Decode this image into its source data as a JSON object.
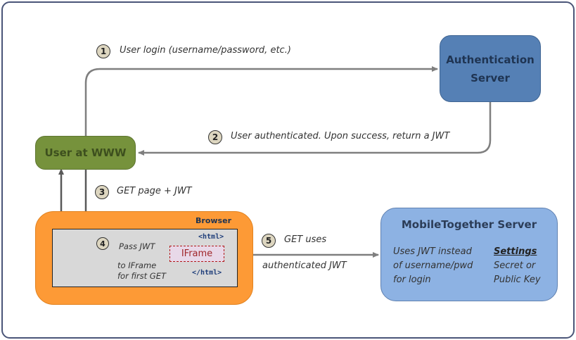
{
  "nodes": {
    "auth_server": {
      "line1": "Authentication",
      "line2": "Server"
    },
    "user": {
      "label": "User at WWW"
    },
    "browser": {
      "label": "Browser",
      "html_open": "<html>",
      "html_close": "</html>",
      "iframe": "IFrame"
    },
    "mts": {
      "title": "MobileTogether Server",
      "desc": [
        "Uses JWT instead",
        "of username/pwd",
        "for login"
      ],
      "settings_title": "Settings",
      "settings": [
        "Secret or",
        "Public Key"
      ]
    }
  },
  "steps": [
    {
      "number": "1",
      "text": "User login (username/password, etc.)"
    },
    {
      "number": "2",
      "text": "User authenticated. Upon success, return a JWT"
    },
    {
      "number": "3",
      "text": "GET page + JWT"
    },
    {
      "number": "4",
      "text_lines": [
        "Pass JWT",
        "to IFrame",
        "for first GET"
      ]
    },
    {
      "number": "5",
      "text_lines": [
        "GET uses",
        "authenticated JWT"
      ]
    }
  ],
  "colors": {
    "auth": "#5580b5",
    "user": "#76923c",
    "browser": "#fd9a36",
    "mts": "#8db2e3",
    "arrow": "#808080"
  }
}
